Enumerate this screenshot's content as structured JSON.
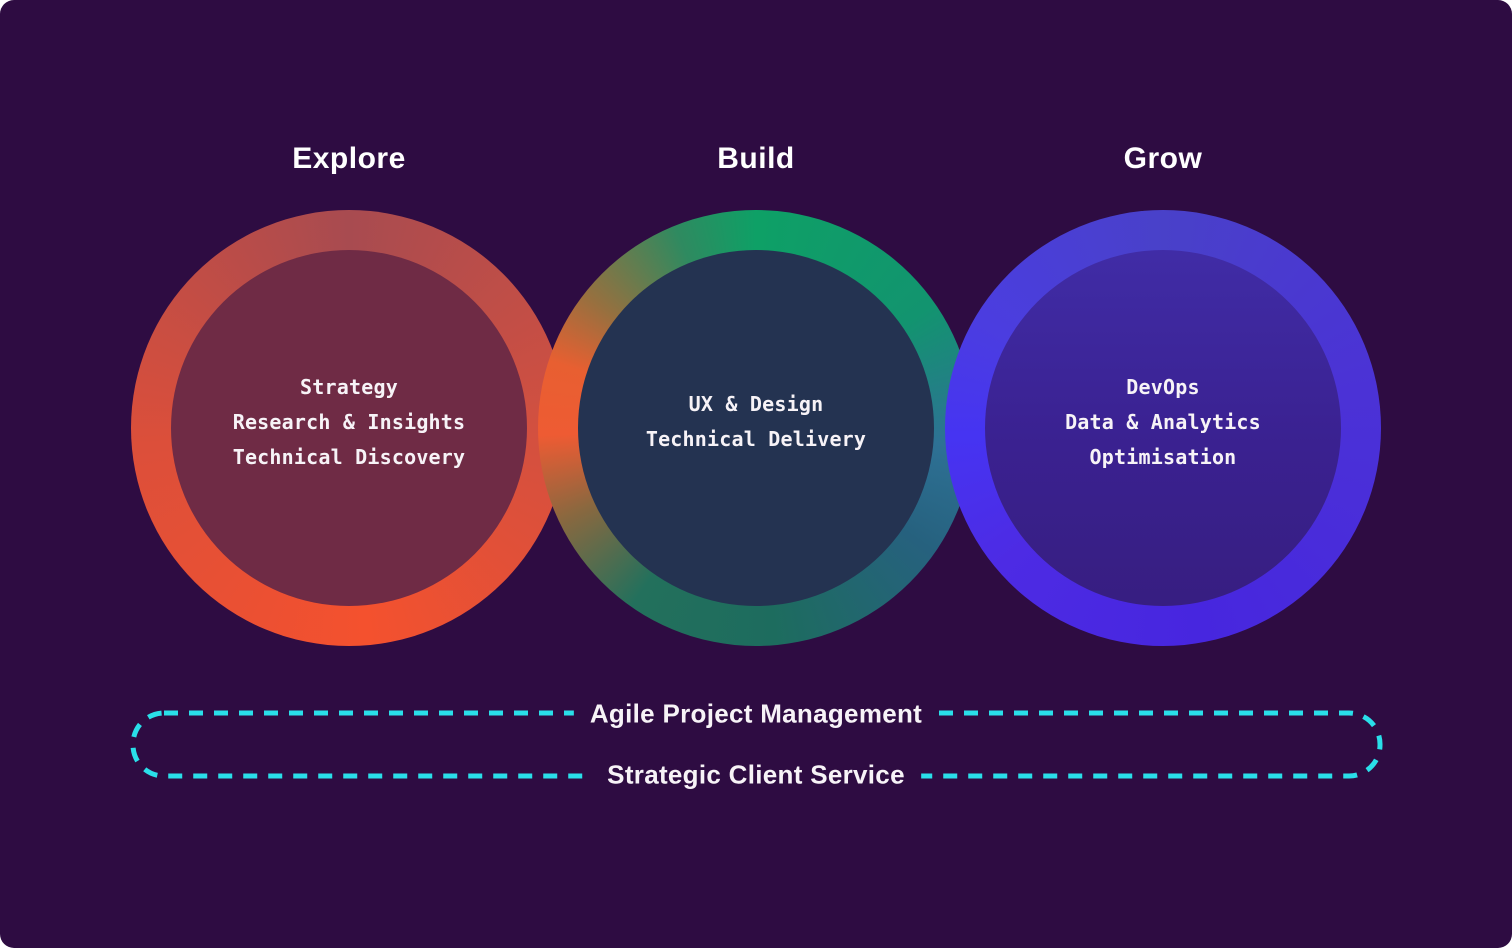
{
  "colors": {
    "background": "#2E0C42",
    "title_text": "#FFFFFF",
    "item_text": "#F7F3F7",
    "banner_text": "#F7F3F7",
    "banner_dash": "#2ADFE9",
    "explore_ring_top": "#A84B50",
    "explore_ring_bottom": "#F4512E",
    "explore_fill": "#6F2B45",
    "build_ring_green": "#0EA066",
    "build_ring_teal": "#1D6C5E",
    "build_ring_blue": "#2E7195",
    "build_ring_orange": "#EE5B33",
    "build_fill": "#243351",
    "grow_ring": "#4941C9",
    "grow_ring_bright": "#4634F2",
    "grow_ring_bottom": "#4726DF",
    "grow_fill": "#3A2190"
  },
  "stages": [
    {
      "title": "Explore",
      "items": [
        "Strategy",
        "Research & Insights",
        "Technical Discovery"
      ]
    },
    {
      "title": "Build",
      "items": [
        "UX & Design",
        "Technical Delivery"
      ]
    },
    {
      "title": "Grow",
      "items": [
        "DevOps",
        "Data & Analytics",
        "Optimisation"
      ]
    }
  ],
  "banner": {
    "top_label": "Agile Project Management",
    "bottom_label": "Strategic Client Service"
  }
}
